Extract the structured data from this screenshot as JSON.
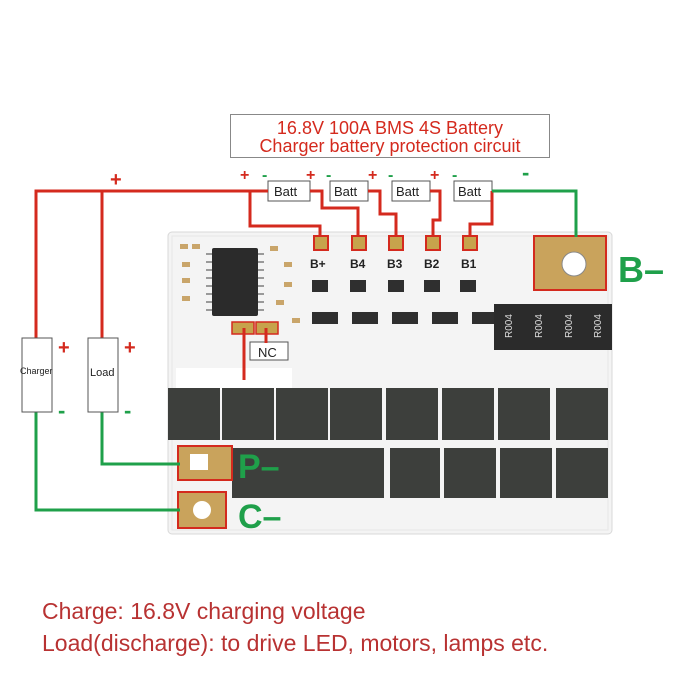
{
  "title": {
    "line1": "16.8V 100A BMS 4S Battery",
    "line2": "Charger battery protection circuit"
  },
  "batt_label": "Batt",
  "plus": "+",
  "minus": "-",
  "pads": [
    "B+",
    "B4",
    "B3",
    "B2",
    "B1"
  ],
  "nc_label": "NC",
  "terminals": {
    "b_minus": "B–",
    "p": "P–",
    "c": "C–"
  },
  "charger_label": "Charger",
  "load_label": "Load",
  "resistors": [
    "R004",
    "R004",
    "R004",
    "R004"
  ],
  "colors": {
    "wire_red": "#d42a1e",
    "wire_green": "#1fa04a",
    "board": "#f4f4f4",
    "mosfet": "#3d3f3c"
  },
  "footer": {
    "line1": "Charge: 16.8V charging voltage",
    "line2": "Load(discharge): to drive LED, motors, lamps etc."
  }
}
